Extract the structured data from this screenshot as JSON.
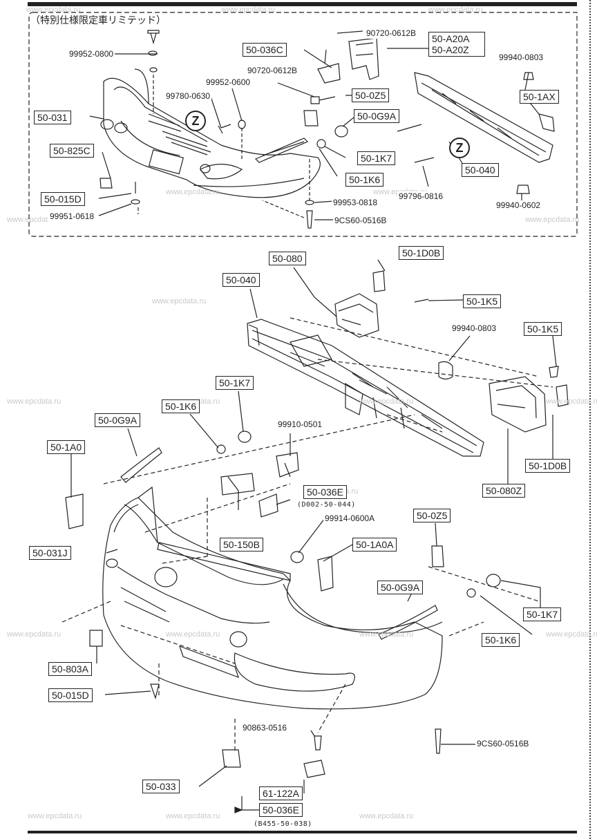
{
  "section_title": "（特別仕様限定車リミテッド）",
  "watermark": "www.epcdata.ru",
  "z_marker": "Z",
  "top_labels": {
    "p90720_top": "90720-0612B",
    "p50A20A": "50-A20A",
    "p50A20Z": "50-A20Z",
    "p50036C": "50-036C",
    "p99952_0800": "99952-0800",
    "p90720_mid": "90720-0612B",
    "p99940_0803": "99940-0803",
    "p50Z5": "50-0Z5",
    "p50_1AX": "50-1AX",
    "p99952_0600": "99952-0600",
    "p99780_0630": "99780-0630",
    "p50031": "50-031",
    "p50G9A": "50-0G9A",
    "p50825C": "50-825C",
    "p50_1K7": "50-1K7",
    "p50040": "50-040",
    "p50_1K6": "50-1K6",
    "p50015D": "50-015D",
    "p99796_0816": "99796-0816",
    "p99953_0818": "99953-0818",
    "p99940_0602": "99940-0602",
    "p99951_0618": "99951-0618",
    "p9CS60": "9CS60-0516B"
  },
  "main_labels": {
    "m50080": "50-080",
    "m50_1D0B_top": "50-1D0B",
    "m50040": "50-040",
    "m50_1K5_top": "50-1K5",
    "m99940_0803": "99940-0803",
    "m50_1K5_right": "50-1K5",
    "m50_1K7": "50-1K7",
    "m50_1K6": "50-1K6",
    "m50G9A_left": "50-0G9A",
    "m99910_0501": "99910-0501",
    "m50_1A0": "50-1A0",
    "m50_1D0B_right": "50-1D0B",
    "m50036E": "50-036E",
    "m_code1": "(D002-50-044)",
    "m50080Z": "50-080Z",
    "m50Z5": "50-0Z5",
    "m99914": "99914-0600A",
    "m50_1A0A": "50-1A0A",
    "m50150B": "50-150B",
    "m50031J": "50-031J",
    "m50G9A_right": "50-0G9A",
    "m50_1K7_right": "50-1K7",
    "m50803A": "50-803A",
    "m50_1K6_right": "50-1K6",
    "m50015D": "50-015D",
    "m9CS60": "9CS60-0516B",
    "m90863": "90863-0516",
    "m50033": "50-033",
    "m61122A": "61-122A",
    "m50036E_bot": "50-036E",
    "m_code2": "(B455-50-038)"
  }
}
